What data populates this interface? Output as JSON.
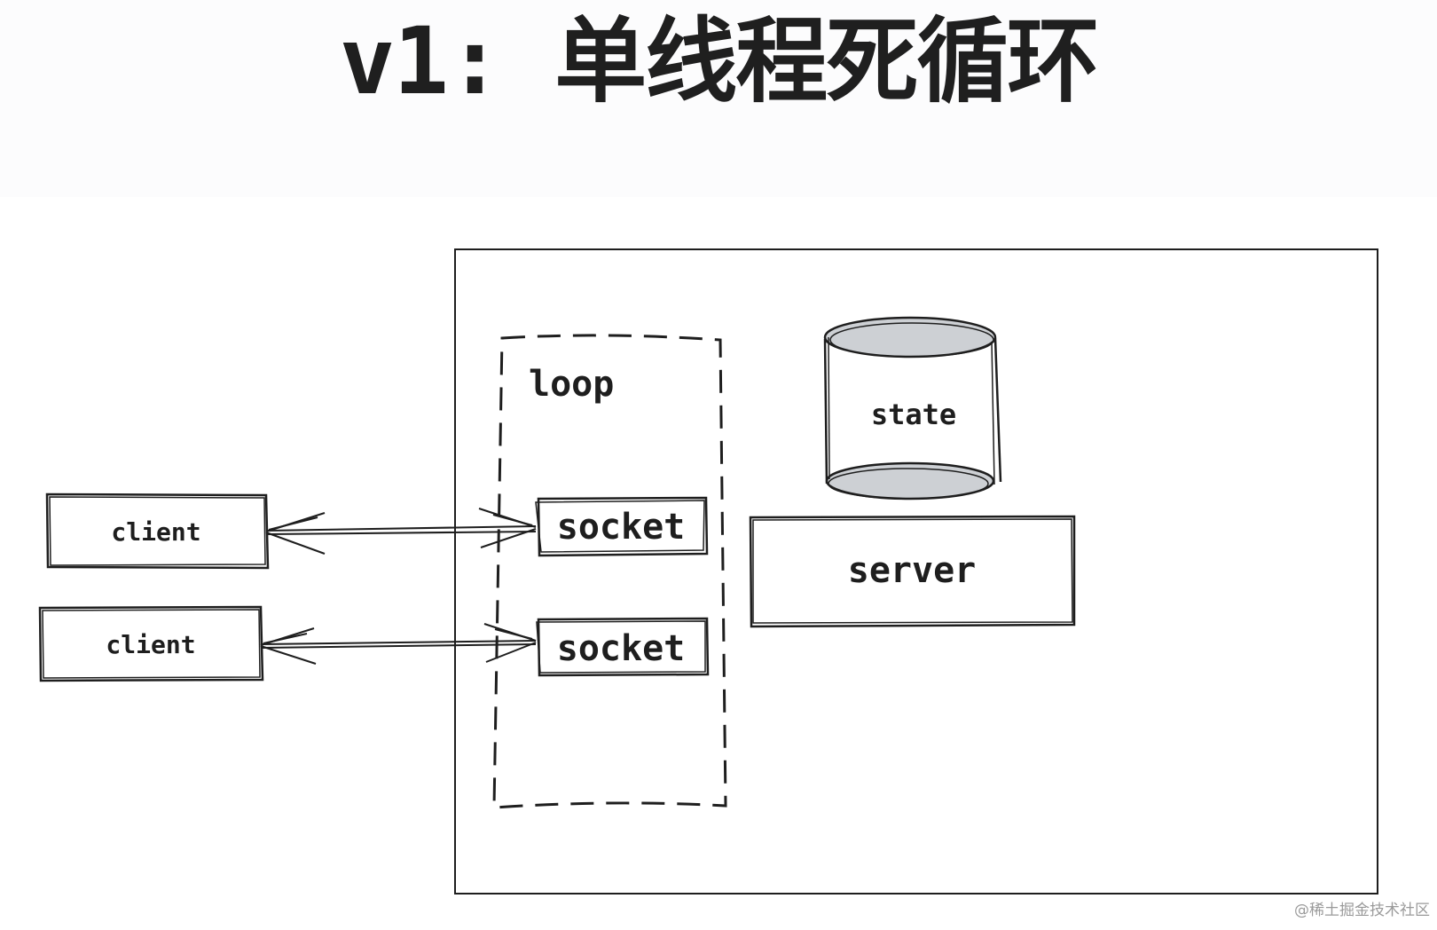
{
  "title": "v1: 单线程死循环",
  "diagram": {
    "loop_label": "loop",
    "state_label": "state",
    "server_label": "server",
    "clients": [
      {
        "label": "client"
      },
      {
        "label": "client"
      }
    ],
    "sockets": [
      {
        "label": "socket"
      },
      {
        "label": "socket"
      }
    ],
    "colors": {
      "stroke": "#1e1e1e",
      "cylinder_fill": "#cdd0d4"
    }
  },
  "watermark": "@稀土掘金技术社区"
}
